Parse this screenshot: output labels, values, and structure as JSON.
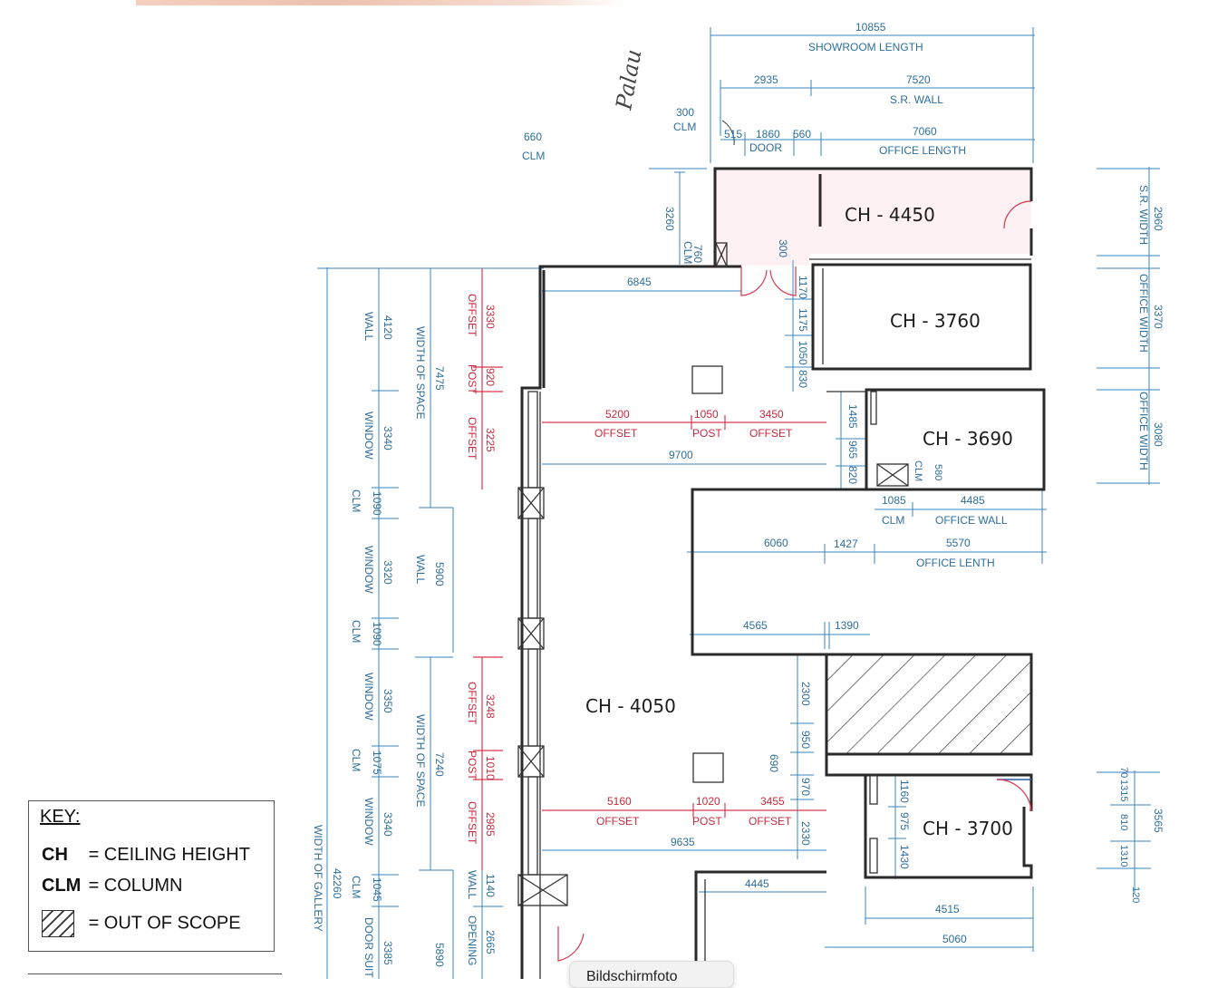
{
  "plan": {
    "rooms": {
      "north_office": "CH - 4450",
      "office_1": "CH - 3760",
      "office_2": "CH - 3690",
      "gallery": "CH - 4050",
      "office_3": "CH - 3700"
    },
    "top_dims": {
      "showroom_length_value": "10855",
      "showroom_length_label": "SHOWROOM LENGTH",
      "dim_2935": "2935",
      "sr_wall_value": "7520",
      "sr_wall_label": "S.R. WALL",
      "clm_300_value": "300",
      "clm_300_label": "CLM",
      "dim_515": "515",
      "door_value": "1860",
      "door_label": "DOOR",
      "dim_560": "560",
      "office_length_value": "7060",
      "office_length_label": "OFFICE LENGTH",
      "clm_660_value": "660",
      "clm_660_label": "CLM",
      "handwriting": "Palau"
    },
    "right_dims": {
      "sr_width_value": "2960",
      "sr_width_label": "S.R. WIDTH",
      "office_width_1_value": "3370",
      "office_width_1_label": "OFFICE WIDTH",
      "office_width_2_value": "3080",
      "office_width_2_label": "OFFICE WIDTH",
      "dim_70": "70",
      "dim_1315": "1315",
      "dim_810": "810",
      "dim_1310": "1310",
      "dim_120": "120",
      "dim_3565": "3565"
    },
    "interior_dims": {
      "dim_3260": "3260",
      "dim_760": "760",
      "clm_760_label": "CLM",
      "dim_300b": "300",
      "dim_6845": "6845",
      "dim_1170": "1170",
      "dim_1175": "1175",
      "dim_1050v": "1050",
      "dim_830": "830",
      "dim_1485": "1485",
      "dim_965": "965",
      "dim_820": "820",
      "clm_580_label": "CLM",
      "dim_580": "580",
      "offset_5200": "5200",
      "post_1050": "1050",
      "offset_3450": "3450",
      "offset_label": "OFFSET",
      "post_label": "POST",
      "dim_9700": "9700",
      "dim_1085": "1085",
      "clm_1085_label": "CLM",
      "office_wall_value": "4485",
      "office_wall_label": "OFFICE WALL",
      "dim_6060": "6060",
      "dim_1427": "1427",
      "office_lenth_value": "5570",
      "office_lenth_label": "OFFICE LENTH",
      "dim_4565": "4565",
      "dim_1390": "1390",
      "dim_2300": "2300",
      "dim_950": "950",
      "dim_690": "690",
      "dim_970": "970",
      "dim_2330": "2330",
      "offset_5160": "5160",
      "post_1020": "1020",
      "offset_3455": "3455",
      "dim_9635": "9635",
      "dim_4445": "4445",
      "dim_1160": "1160",
      "dim_975": "975",
      "dim_1430": "1430",
      "dim_4515": "4515",
      "dim_5060": "5060"
    },
    "left_dims": {
      "offset_3330": "3330",
      "post_920": "920",
      "offset_3225": "3225",
      "offset_3248": "3248",
      "post_1010": "1010",
      "offset_2985": "2985",
      "opening_1140": "1140",
      "dim_2665": "2665",
      "wall_label": "WALL",
      "opening_label": "OPENING",
      "width_of_space_7475": "7475",
      "width_of_space_label": "WIDTH OF SPACE",
      "wall_5900": "5900",
      "width_of_space_7240": "7240",
      "dim_5890": "5890",
      "seg_4120": "4120",
      "seg_3340a": "3340",
      "seg_1090a": "1090",
      "seg_3320": "3320",
      "seg_1090b": "1090",
      "seg_3350": "3350",
      "seg_1075": "1075",
      "seg_3340b": "3340",
      "seg_1045": "1045",
      "seg_3385": "3385",
      "label_wall": "WALL",
      "label_window": "WINDOW",
      "label_clm": "CLM",
      "label_door_suite": "DOOR SUIT",
      "gallery_width_value": "42260",
      "gallery_width_label": "WIDTH OF GALLERY"
    }
  },
  "key": {
    "title": "KEY:",
    "ch_abbr": "CH",
    "ch_desc": "= CEILING HEIGHT",
    "clm_abbr": "CLM",
    "clm_desc": "= COLUMN",
    "oos_desc": "= OUT OF SCOPE"
  },
  "photo_tab": {
    "label": "Bildschirmfoto"
  }
}
